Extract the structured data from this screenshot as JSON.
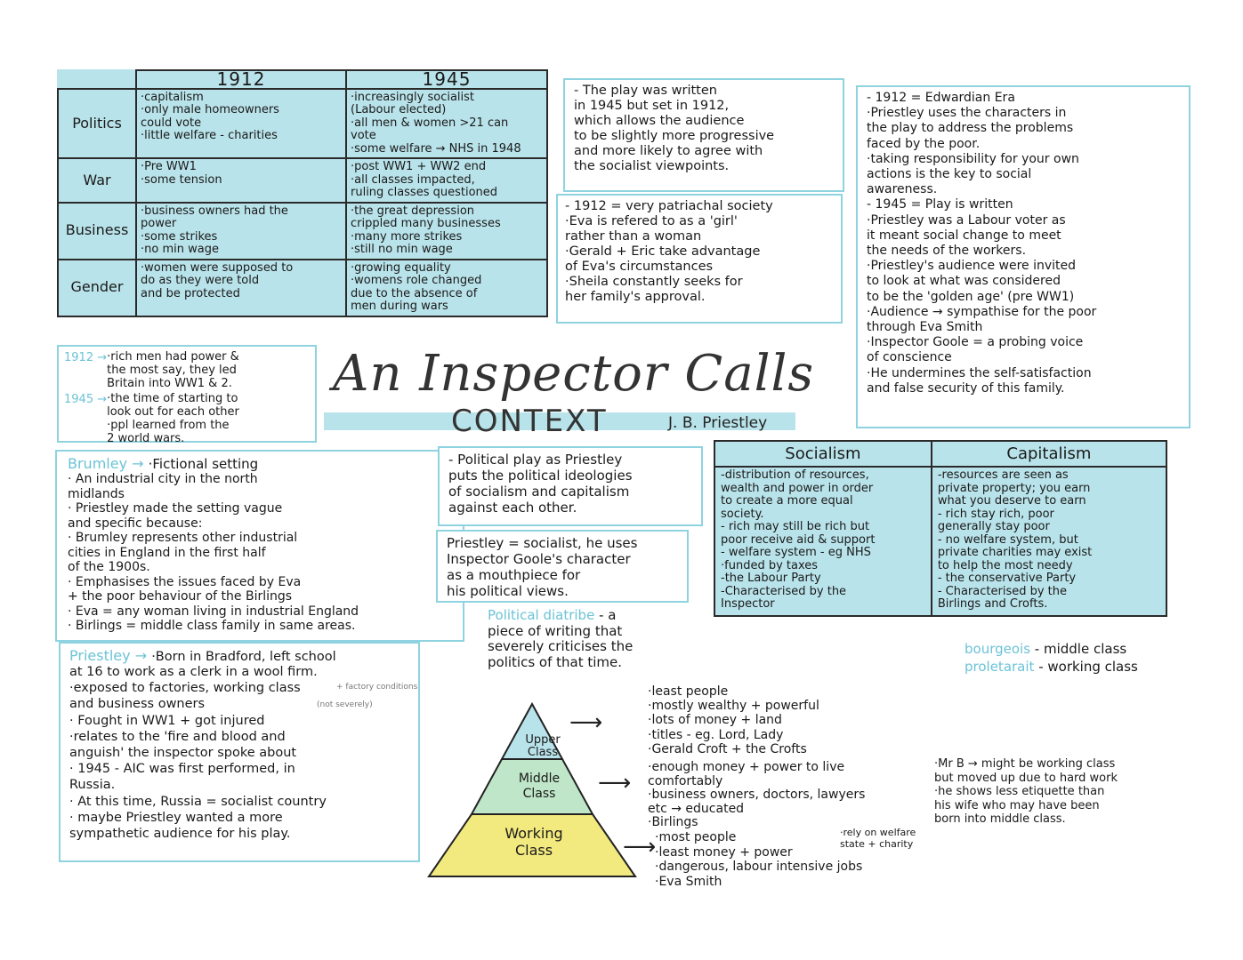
{
  "comparison": {
    "col_1912": "1912",
    "col_1945": "1945",
    "rows": [
      {
        "label": "Politics",
        "y1912": "·capitalism\n·only male homeowners\n  could vote\n·little welfare - charities",
        "y1945": "·increasingly socialist\n  (Labour elected)\n·all men & women  >21 can\n  vote\n·some welfare → NHS in 1948"
      },
      {
        "label": "War",
        "y1912": "·Pre WW1\n·some tension",
        "y1945": "·post WW1 + WW2 end\n·all classes impacted,\n  ruling classes questioned"
      },
      {
        "label": "Business",
        "y1912": "·business owners had the\n  power\n·some strikes\n·no min wage",
        "y1945": "·the great depression\n  crippled many businesses\n·many more strikes\n·still no min wage"
      },
      {
        "label": "Gender",
        "y1912": "·women were supposed to\n  do as they were told\n  and be protected",
        "y1945": "·growing equality\n·womens role changed\n  due to the absence of\n  men during wars"
      }
    ]
  },
  "notes": {
    "play_written": "- The play was written\n  in 1945 but set in 1912,\n  which allows the audience\n  to be slightly more progressive\n  and more likely to agree with\n  the socialist viewpoints.",
    "patriarchal": "- 1912 = very patriachal society\n  ·Eva is refered to as a 'girl'\n   rather than a woman\n  ·Gerald + Eric take advantage\n   of Eva's circumstances\n  ·Sheila constantly seeks for\n   her family's approval.",
    "eras": "- 1912 = Edwardian Era\n  ·Priestley uses the characters in\n   the play to address the problems\n   faced by the poor.\n  ·taking responsibility for your own\n   actions is the key to social\n   awareness.\n- 1945 = Play is written\n  ·Priestley was a Labour voter as\n   it meant social change to meet\n   the needs of the workers.\n  ·Priestley's audience were invited\n   to look at what was considered\n   to be the 'golden age' (pre WW1)\n  ·Audience → sympathise for the poor\n   through Eva Smith\n  ·Inspector Goole = a probing voice\n   of conscience\n  ·He undermines the self-satisfaction\n   and false security of this family.",
    "rich_men_1912": "1912 →",
    "rich_men_1912_text": "·rich men had power &\n the most say, they led\n Britain into WW1 & 2.",
    "time_1945": "1945 →",
    "time_1945_text": "·the time of starting to\n look out for each other\n·ppl learned from the\n 2 world wars.",
    "brumley_head": "Brumley →",
    "brumley_text": "·Fictional setting",
    "brumley_body": "· An industrial city in the north\n  midlands\n· Priestley made the setting vague\n  and specific because:\n   · Brumley represents other industrial\n     cities in England in the first half\n     of the 1900s.\n   · Emphasises the issues faced by Eva\n     + the poor behaviour of the Birlings\n   · Eva = any woman living in industrial England\n   · Birlings = middle class family in same areas.",
    "political_play": "- Political play as Priestley\n  puts the political ideologies\n  of socialism and capitalism\n  against each other.",
    "priestley_socialist": "Priestley = socialist, he uses\nInspector Goole's character\n    as a mouthpiece for\n    his political views.",
    "diatribe_term": "Political diatribe",
    "diatribe_def": " - a\npiece of writing that\nseverely criticises the\npolitics of that time.",
    "priestley_head": "Priestley →",
    "priestley_first": "·Born in Bradford, left school",
    "priestley_body": "at 16 to work as a clerk in a wool firm.\n  ·exposed to factories, working class\n   and business owners\n· Fought in WW1 + got injured\n  ·relates to the 'fire and blood and\n   anguish' the inspector spoke about\n· 1945 - AIC was first performed, in\n  Russia.\n   · At this time, Russia = socialist country\n   · maybe Priestley wanted a more\n     sympathetic audience for his play.",
    "factory_aside": "+ factory conditions",
    "injured_aside": "(not severely)"
  },
  "title": {
    "main": "An Inspector Calls",
    "sub": "CONTEXT",
    "author": "J. B. Priestley"
  },
  "ideologies": {
    "socialism_head": "Socialism",
    "capitalism_head": "Capitalism",
    "socialism": "-distribution of resources,\n wealth and power in order\n to create a more equal\n society.\n- rich may still be rich but\n poor receive aid & support\n- welfare system - eg NHS\n   ·funded by taxes\n-the Labour Party\n-Characterised by the\n Inspector",
    "capitalism": "-resources are seen as\n private property; you earn\n what you deserve to earn\n- rich stay rich, poor\n generally stay poor\n- no welfare system, but\n private charities may exist\n to help the most needy\n- the conservative Party\n- Characterised by the\n Birlings and Crofts.",
    "bourgeois_term": "bourgeois",
    "bourgeois_def": " - middle class",
    "proletariat_term": "proletarait",
    "proletariat_def": " - working class"
  },
  "pyramid": {
    "upper": "Upper\nClass",
    "middle": "Middle\nClass",
    "working": "Working\nClass",
    "colors": {
      "upper": "#b9e3ea",
      "middle": "#bfe6c8",
      "working": "#f2ea7f"
    },
    "upper_notes": "·least people\n·mostly wealthy + powerful\n·lots of money + land\n·titles - eg. Lord, Lady\n·Gerald Croft + the Crofts",
    "middle_notes": "·enough money + power to live\n comfortably\n·business owners, doctors, lawyers\n etc → educated\n·Birlings",
    "working_notes": "·most people\n·least money + power\n·dangerous, labour intensive jobs\n·Eva Smith",
    "welfare_aside": "·rely on welfare\n state + charity",
    "mr_b": "·Mr B → might be working class\n but moved up due to hard work\n·he shows less etiquette than\n his wife who may have been\n born into middle class."
  }
}
